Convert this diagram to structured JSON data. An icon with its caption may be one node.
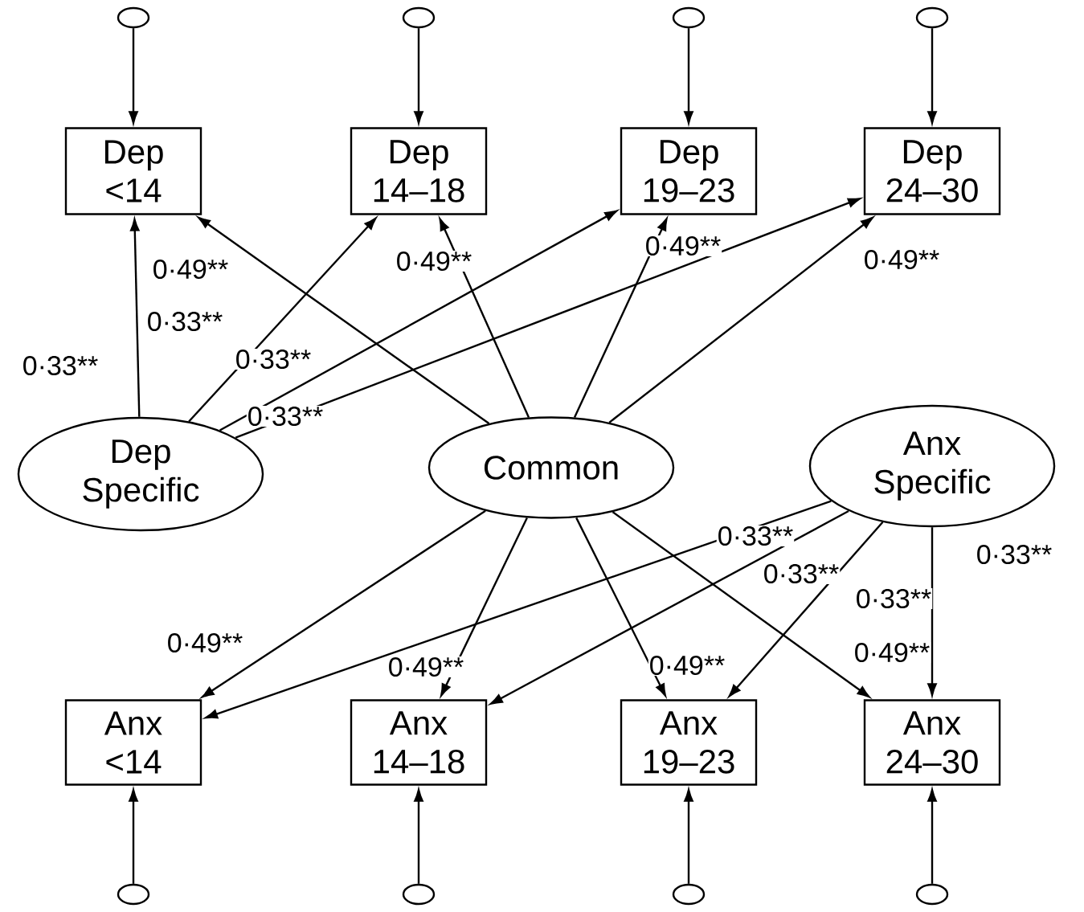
{
  "diagram": {
    "nodes": [
      {
        "text": [],
        "shape": "ellipse"
      },
      {
        "text": [],
        "shape": "ellipse"
      },
      {
        "text": [],
        "shape": "ellipse"
      },
      {
        "text": [],
        "shape": "ellipse"
      },
      {
        "text": [
          "Dep <14"
        ]
      },
      {
        "text": [
          "Dep 14–18"
        ]
      },
      {
        "text": [
          "Dep 19–23"
        ]
      },
      {
        "text": [
          "Dep 24–30"
        ]
      },
      {
        "text": [
          "Dep Specific"
        ]
      },
      {
        "text": [
          "Common"
        ]
      },
      {
        "text": [
          "Anx Specific"
        ]
      },
      {
        "text": [
          "Anx <14"
        ]
      },
      {
        "text": [
          "Anx 14–18"
        ]
      },
      {
        "text": [
          "Anx 19–23"
        ]
      },
      {
        "text": [
          "Anx 24–30"
        ]
      },
      {
        "text": [],
        "shape": "ellipse"
      },
      {
        "text": [],
        "shape": "ellipse"
      },
      {
        "text": [],
        "shape": "ellipse"
      },
      {
        "text": [],
        "shape": "ellipse"
      }
    ],
    "edges": [
      {
        "from": 0,
        "to": 4,
        "arrow": "to"
      },
      {
        "from": 1,
        "to": 5,
        "arrow": "to"
      },
      {
        "from": 2,
        "to": 6,
        "arrow": "to"
      },
      {
        "from": 3,
        "to": 7,
        "arrow": "to"
      },
      {
        "from": 8,
        "to": 4,
        "arrow": "to",
        "label": "0·33**"
      },
      {
        "from": 8,
        "to": 5,
        "arrow": "to",
        "label": "0·33**"
      },
      {
        "from": 8,
        "to": 6,
        "arrow": "to",
        "label": "0·33**"
      },
      {
        "from": 8,
        "to": 7,
        "arrow": "to",
        "label": "0·33**"
      },
      {
        "from": 9,
        "to": 4,
        "arrow": "to",
        "label": "0·49**"
      },
      {
        "from": 9,
        "to": 5,
        "arrow": "to",
        "label": "0·49**"
      },
      {
        "from": 9,
        "to": 6,
        "arrow": "to",
        "label": "0·49**"
      },
      {
        "from": 9,
        "to": 7,
        "arrow": "to",
        "label": "0·49**"
      },
      {
        "from": 9,
        "to": 11,
        "arrow": "to",
        "label": "0·49**"
      },
      {
        "from": 9,
        "to": 12,
        "arrow": "to",
        "label": "0·49**"
      },
      {
        "from": 9,
        "to": 13,
        "arrow": "to",
        "label": "0·49**"
      },
      {
        "from": 9,
        "to": 14,
        "arrow": "to",
        "label": "0·49**"
      },
      {
        "from": 10,
        "to": 11,
        "arrow": "to",
        "label": "0·33**"
      },
      {
        "from": 10,
        "to": 12,
        "arrow": "to",
        "label": "0·33**"
      },
      {
        "from": 10,
        "to": 13,
        "arrow": "to",
        "label": "0·33**"
      },
      {
        "from": 10,
        "to": 14,
        "arrow": "to",
        "label": "0·33**"
      },
      {
        "from": 15,
        "to": 11,
        "arrow": "to"
      },
      {
        "from": 16,
        "to": 12,
        "arrow": "to"
      },
      {
        "from": 17,
        "to": 13,
        "arrow": "to"
      },
      {
        "from": 18,
        "to": 14,
        "arrow": "to"
      }
    ]
  }
}
